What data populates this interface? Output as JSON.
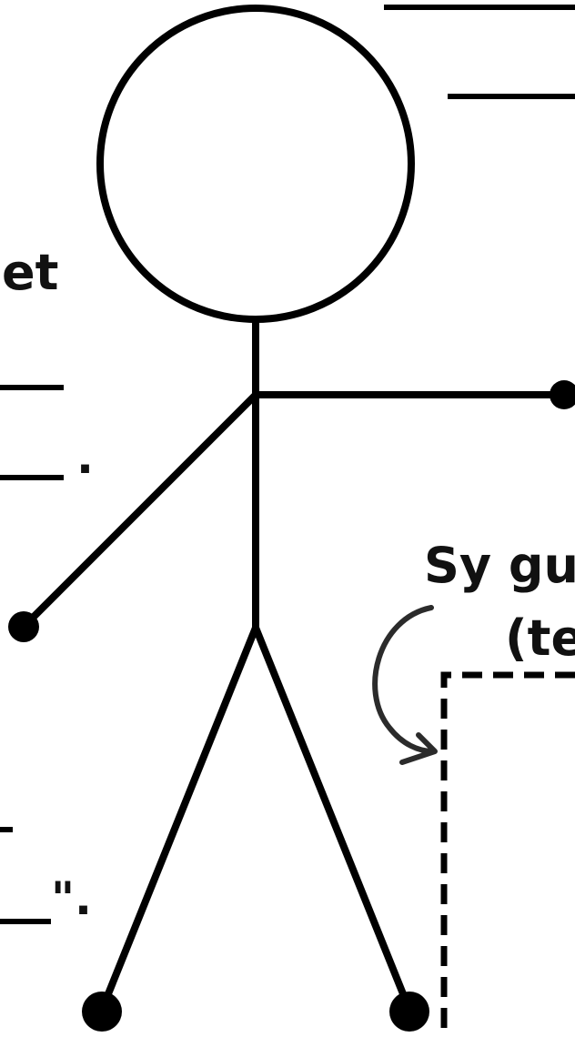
{
  "diagram": {
    "colors": {
      "ink": "#000000",
      "arrow": "#2b2b2b",
      "background": "#ffffff"
    },
    "left_fragments": {
      "top_word": "et",
      "mid_punct": ".",
      "bottom_punct": "\"."
    },
    "right_label": {
      "line1": "Sy gur",
      "line2": "(te"
    }
  }
}
